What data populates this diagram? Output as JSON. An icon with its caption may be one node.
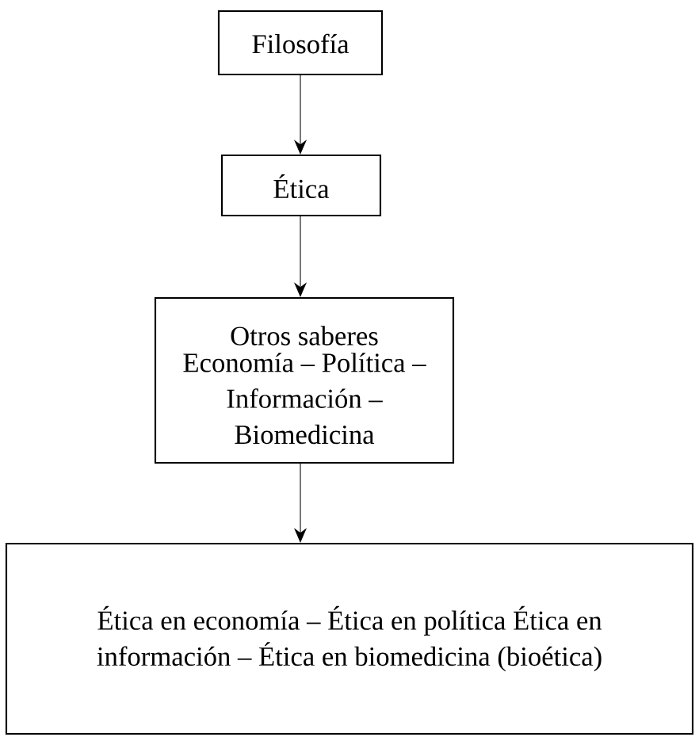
{
  "diagram": {
    "nodes": [
      {
        "text": [
          "Filosofía"
        ]
      },
      {
        "text": [
          "Ética"
        ]
      },
      {
        "text": [
          "Otros saberes",
          "Economía – Política – Información – Biomedicina"
        ]
      },
      {
        "text": [
          "Ética en economía – Ética en política Ética en información – Ética en biomedicina (bioética)"
        ]
      }
    ],
    "edges": [
      {
        "from": 0,
        "to": 1,
        "arrow": "to"
      },
      {
        "from": 1,
        "to": 2,
        "arrow": "to"
      },
      {
        "from": 2,
        "to": 3,
        "arrow": "to"
      }
    ]
  }
}
